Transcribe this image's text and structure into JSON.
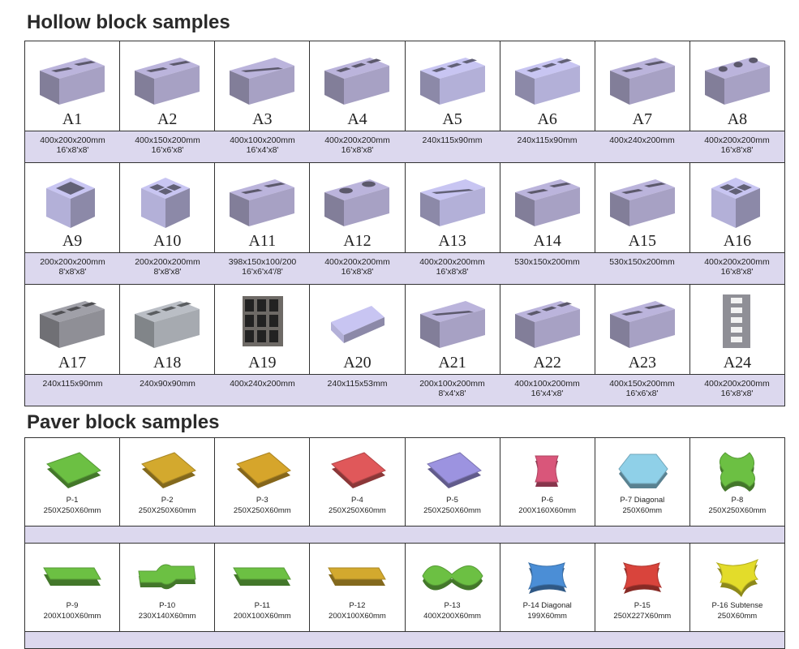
{
  "hollow_section": {
    "title": "Hollow block samples",
    "rows": [
      [
        {
          "code": "A1",
          "dims": "400x200x200mm",
          "imperial": "16'x8'x8'",
          "icon": "hollow-block-2-core",
          "color": "#a7a1c4"
        },
        {
          "code": "A2",
          "dims": "400x150x200mm",
          "imperial": "16'x6'x8'",
          "icon": "hollow-block-2-core",
          "color": "#a7a1c4"
        },
        {
          "code": "A3",
          "dims": "400x100x200mm",
          "imperial": "16'x4'x8'",
          "icon": "hollow-block-slot",
          "color": "#a7a1c4"
        },
        {
          "code": "A4",
          "dims": "400x200x200mm",
          "imperial": "16'x8'x8'",
          "icon": "hollow-block-3-core",
          "color": "#a7a1c4"
        },
        {
          "code": "A5",
          "dims": "240x115x90mm",
          "imperial": "",
          "icon": "perforated-brick",
          "color": "#b3b0d8"
        },
        {
          "code": "A6",
          "dims": "240x115x90mm",
          "imperial": "",
          "icon": "perforated-brick",
          "color": "#b3b0d8"
        },
        {
          "code": "A7",
          "dims": "400x240x200mm",
          "imperial": "",
          "icon": "corner-block",
          "color": "#a7a1c4"
        },
        {
          "code": "A8",
          "dims": "400x200x200mm",
          "imperial": "16'x8'x8'",
          "icon": "round-hole-block",
          "color": "#a7a1c4"
        }
      ],
      [
        {
          "code": "A9",
          "dims": "200x200x200mm",
          "imperial": "8'x8'x8'",
          "icon": "hollow-cube",
          "color": "#b3b0d8"
        },
        {
          "code": "A10",
          "dims": "200x200x200mm",
          "imperial": "8'x8'x8'",
          "icon": "hollow-cube-4",
          "color": "#b3b0d8"
        },
        {
          "code": "A11",
          "dims": "398x150x100/200",
          "imperial": "16'x6'x4'/8'",
          "icon": "step-block",
          "color": "#a7a1c4"
        },
        {
          "code": "A12",
          "dims": "400x200x200mm",
          "imperial": "16'x8'x8'",
          "icon": "round-2-hole-block",
          "color": "#a7a1c4"
        },
        {
          "code": "A13",
          "dims": "400x200x200mm",
          "imperial": "16'x8'x8'",
          "icon": "slotted-block",
          "color": "#b3b0d8"
        },
        {
          "code": "A14",
          "dims": "530x150x200mm",
          "imperial": "",
          "icon": "long-hollow-block",
          "color": "#a7a1c4"
        },
        {
          "code": "A15",
          "dims": "530x150x200mm",
          "imperial": "",
          "icon": "long-hollow-block",
          "color": "#a7a1c4"
        },
        {
          "code": "A16",
          "dims": "400x200x200mm",
          "imperial": "16'x8'x8'",
          "icon": "hollow-cube-4",
          "color": "#b3b0d8"
        }
      ],
      [
        {
          "code": "A17",
          "dims": "240x115x90mm",
          "imperial": "",
          "icon": "perforated-brick-gray",
          "color": "#8f8f96"
        },
        {
          "code": "A18",
          "dims": "240x90x90mm",
          "imperial": "",
          "icon": "perforated-brick-gray",
          "color": "#a6aab0"
        },
        {
          "code": "A19",
          "dims": "400x240x200mm",
          "imperial": "",
          "icon": "grid-block",
          "color": "#6e6a66"
        },
        {
          "code": "A20",
          "dims": "240x115x53mm",
          "imperial": "",
          "icon": "solid-brick",
          "color": "#b3b0d8"
        },
        {
          "code": "A21",
          "dims": "200x100x200mm",
          "imperial": "8'x4'x8'",
          "icon": "slot-block",
          "color": "#a7a1c4"
        },
        {
          "code": "A22",
          "dims": "400x100x200mm",
          "imperial": "16'x4'x8'",
          "icon": "hollow-block-3-core",
          "color": "#a7a1c4"
        },
        {
          "code": "A23",
          "dims": "400x150x200mm",
          "imperial": "16'x6'x8'",
          "icon": "hollow-block-2-core",
          "color": "#a7a1c4"
        },
        {
          "code": "A24",
          "dims": "400x200x200mm",
          "imperial": "16'x8'x8'",
          "icon": "block-stack-gray",
          "color": "#8f8f96"
        }
      ]
    ]
  },
  "paver_section": {
    "title": "Paver block samples",
    "rows": [
      [
        {
          "code": "P-1",
          "dims": "250X250X60mm",
          "icon": "square-paver",
          "color": "#6cc043"
        },
        {
          "code": "P-2",
          "dims": "250X250X60mm",
          "icon": "square-paver",
          "color": "#d3a92e"
        },
        {
          "code": "P-3",
          "dims": "250X250X60mm",
          "icon": "square-paver",
          "color": "#d6a52b"
        },
        {
          "code": "P-4",
          "dims": "250X250X60mm",
          "icon": "square-paver",
          "color": "#e0585a"
        },
        {
          "code": "P-5",
          "dims": "250X250X60mm",
          "icon": "square-paver",
          "color": "#9c93e0"
        },
        {
          "code": "P-6",
          "dims": "200X160X60mm",
          "icon": "i-shape-paver",
          "color": "#d9567a"
        },
        {
          "code": "P-7 Diagonal",
          "dims": "250X60mm",
          "icon": "hexagon-paver",
          "color": "#8fd0e8"
        },
        {
          "code": "P-8",
          "dims": "250X250X60mm",
          "icon": "cross-paver",
          "color": "#6cc043"
        }
      ],
      [
        {
          "code": "P-9",
          "dims": "200X100X60mm",
          "icon": "rect-paver",
          "color": "#6cc043"
        },
        {
          "code": "P-10",
          "dims": "230X140X60mm",
          "icon": "wave-paver",
          "color": "#6cc043"
        },
        {
          "code": "P-11",
          "dims": "200X100X60mm",
          "icon": "rect-paver",
          "color": "#6cc043"
        },
        {
          "code": "P-12",
          "dims": "200X100X60mm",
          "icon": "rect-paver",
          "color": "#d3a92e"
        },
        {
          "code": "P-13",
          "dims": "400X200X60mm",
          "icon": "infinity-paver",
          "color": "#6cc043"
        },
        {
          "code": "P-14 Diagonal",
          "dims": "199X60mm",
          "icon": "curve-paver",
          "color": "#4b8ed6"
        },
        {
          "code": "P-15",
          "dims": "250X227X60mm",
          "icon": "curve-paver",
          "color": "#d9443c"
        },
        {
          "code": "P-16 Subtense",
          "dims": "250X60mm",
          "icon": "trefoil-paver",
          "color": "#e3dc2a"
        }
      ]
    ]
  }
}
